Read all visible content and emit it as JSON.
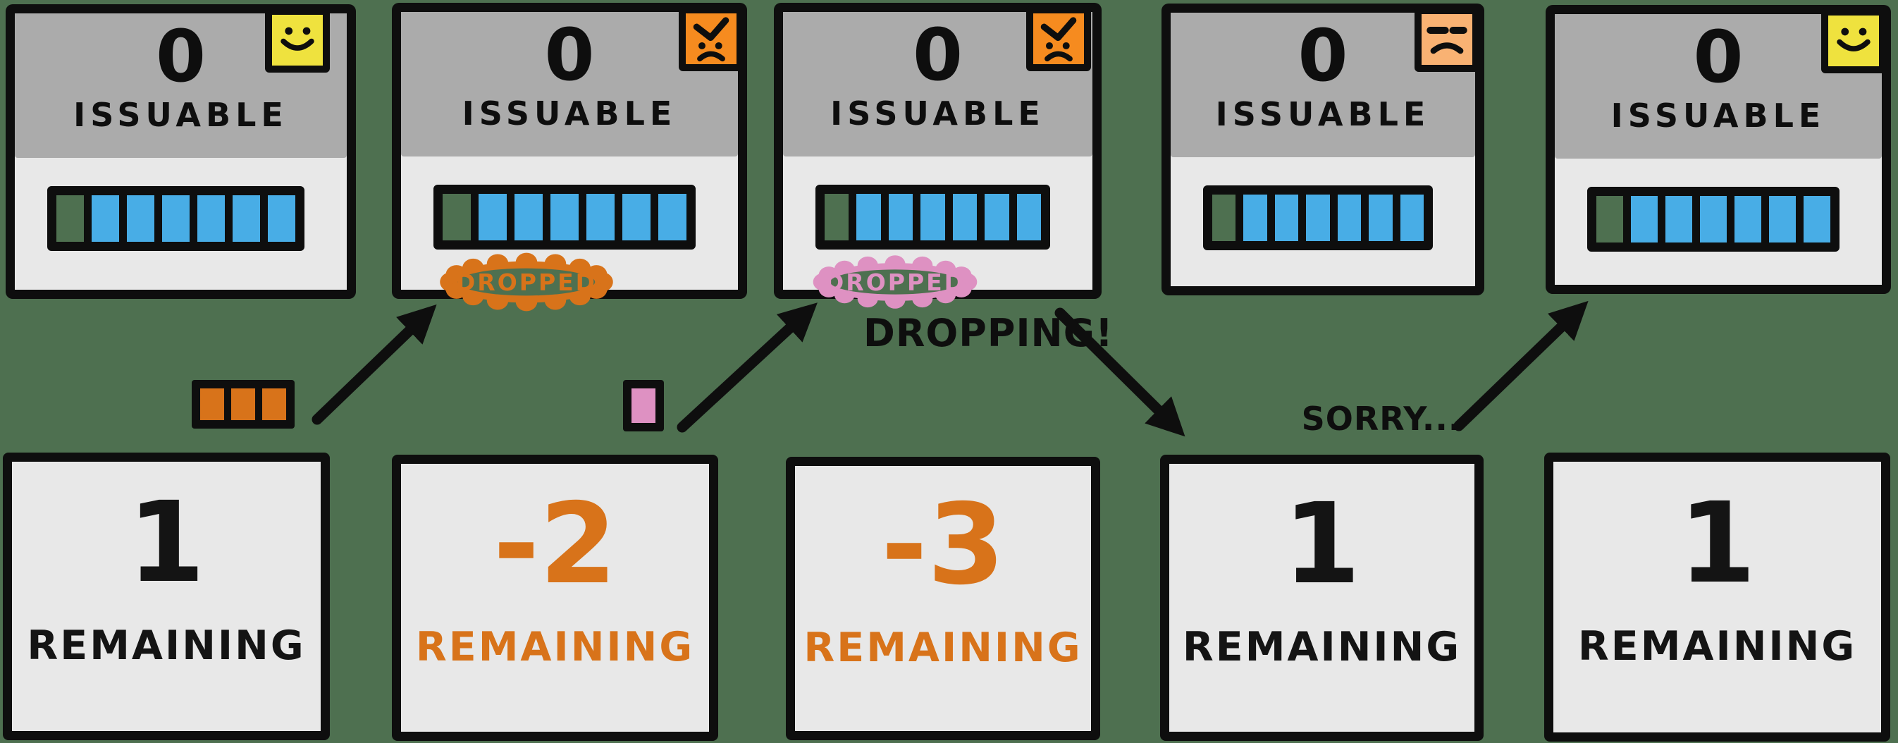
{
  "colors": {
    "background": "#4e7050",
    "ink": "#0e0e0e",
    "card_body": "#e8e8e8",
    "card_header_gray": "#ababab",
    "progress_blue": "#48ade6",
    "accent_orange": "#d8731a",
    "accent_pink": "#de91c2",
    "sticker_yellow": "#efe23e",
    "sticker_orange": "#f68b1f",
    "sticker_peach": "#f9b273"
  },
  "panels": [
    {
      "issuable_value": "0",
      "issuable_label": "ISSUABLE",
      "mood": "happy",
      "progress": {
        "cells": 7,
        "filled": 6
      }
    },
    {
      "issuable_value": "0",
      "issuable_label": "ISSUABLE",
      "mood": "angry",
      "progress": {
        "cells": 7,
        "filled": 6
      },
      "dropped_label": "DROPPED"
    },
    {
      "issuable_value": "0",
      "issuable_label": "ISSUABLE",
      "mood": "angry",
      "progress": {
        "cells": 7,
        "filled": 6
      },
      "dropped_label": "DROPPED"
    },
    {
      "issuable_value": "0",
      "issuable_label": "ISSUABLE",
      "mood": "unamused",
      "progress": {
        "cells": 7,
        "filled": 6
      }
    },
    {
      "issuable_value": "0",
      "issuable_label": "ISSUABLE",
      "mood": "happy",
      "progress": {
        "cells": 7,
        "filled": 6
      }
    }
  ],
  "cards": [
    {
      "value": "1",
      "label": "REMAINING",
      "style": "ink"
    },
    {
      "value": "-2",
      "label": "REMAINING",
      "style": "orange"
    },
    {
      "value": "-3",
      "label": "REMAINING",
      "style": "orange"
    },
    {
      "value": "1",
      "label": "REMAINING",
      "style": "ink"
    },
    {
      "value": "1",
      "label": "REMAINING",
      "style": "ink"
    }
  ],
  "annotations": {
    "dropping": "DROPPING!",
    "sorry": "SORRY..."
  },
  "tokens": {
    "orange_strip_cells": 3,
    "pink_square_cells": 1
  }
}
